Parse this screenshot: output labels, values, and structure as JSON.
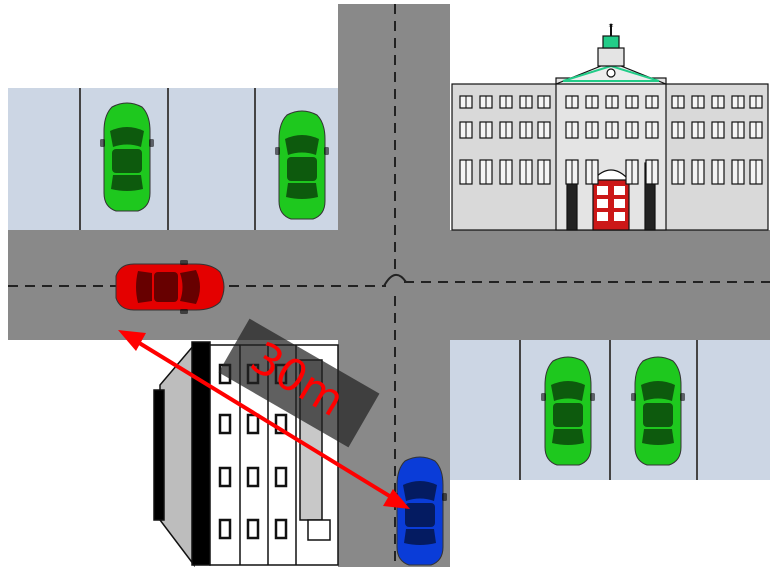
{
  "scene": {
    "distance_label": "30m"
  },
  "colors": {
    "road": "#898989",
    "parking_lot": "#ccd6e4",
    "parking_line": "#444444",
    "lane_dash": "#222222",
    "green_car": "#1ec81e",
    "green_car_dark": "#0d5a0d",
    "red_car": "#e40000",
    "red_car_dark": "#5a0000",
    "blue_car": "#0a3cd8",
    "blue_car_dark": "#051a5c",
    "arrow": "#ff0000",
    "building_wall": "#d9d9d9",
    "roof_accent": "#22cc88",
    "door": "#cc1818"
  },
  "icons": {
    "car_green": "car-top-view",
    "car_red": "car-top-view",
    "car_blue": "car-top-view",
    "building_hall": "town-hall",
    "building_block": "apartment-block"
  }
}
